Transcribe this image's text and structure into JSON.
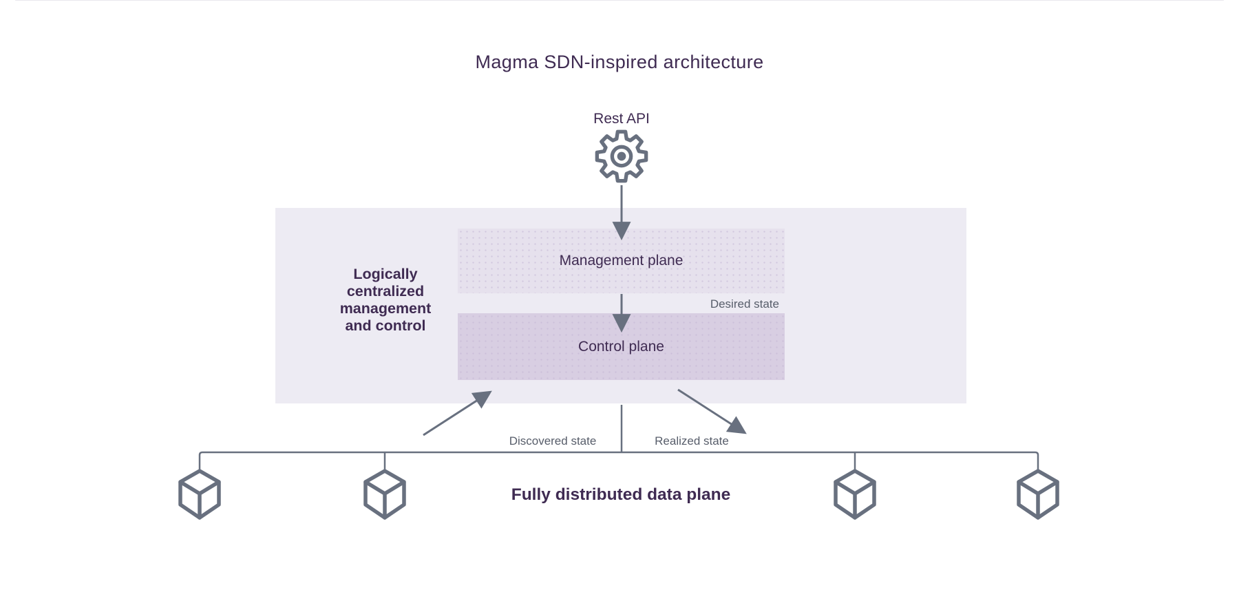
{
  "title": "Magma SDN-inspired architecture",
  "rest_api": {
    "label": "Rest API"
  },
  "zone": {
    "label": "Logically\ncentralized\nmanagement\nand control"
  },
  "planes": {
    "management": {
      "label": "Management plane"
    },
    "control": {
      "label": "Control plane"
    }
  },
  "edges": {
    "desired": "Desired state",
    "discovered": "Discovered state",
    "realized": "Realized state"
  },
  "data_plane": {
    "label": "Fully distributed data plane",
    "node_icons": 4
  },
  "colors": {
    "purple-text": "#3F2B52",
    "slate": "#68707F",
    "zone-fill": "#EDEBF3",
    "management-fill": "#E6E1ED",
    "management-dot": "#D2C9DF",
    "control-fill": "#D8CEE2",
    "control-dot": "#CCC0DA",
    "label-gray": "#575D6A"
  }
}
